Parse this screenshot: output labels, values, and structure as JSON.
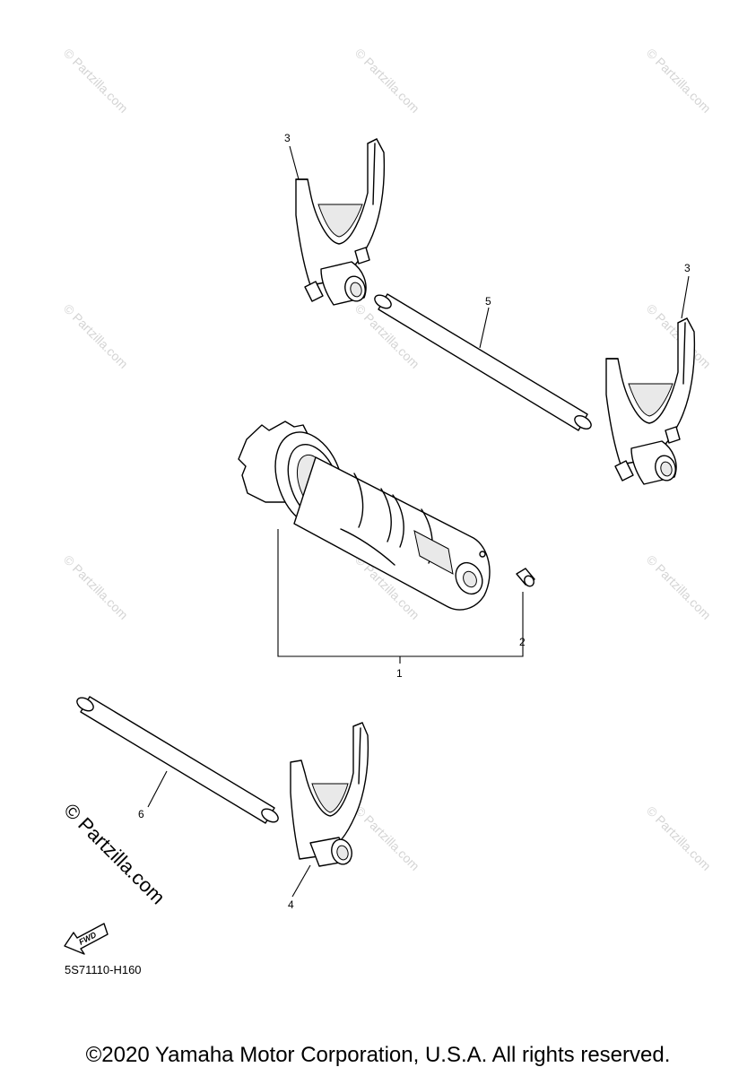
{
  "watermark": {
    "text": "© Partzilla.com"
  },
  "callouts": {
    "shift_drum_assy": "1",
    "screw": "2",
    "fork_left": "3",
    "fork_right": "3",
    "fork_lower": "4",
    "guide_bar_upper": "5",
    "guide_bar_lower": "6"
  },
  "fwd_label": "FWD",
  "diagram_code": "5S71110-H160",
  "copyright": "©2020 Yamaha Motor Corporation, U.S.A. All rights reserved."
}
